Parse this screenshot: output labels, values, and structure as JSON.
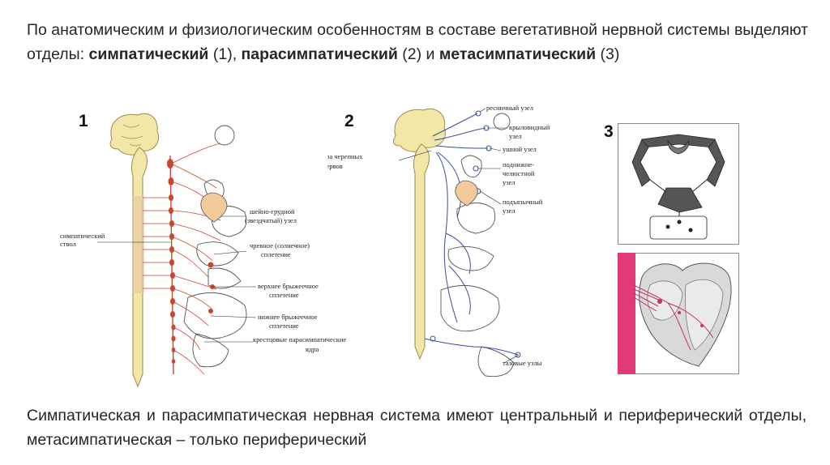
{
  "intro": {
    "part1": "По анатомическим и физиологическим особенностям в составе вегетативной нервной системы выделяют отделы: ",
    "sympathetic": "симпатический",
    "sym_num": " (1), ",
    "parasympathetic": "парасимпатический",
    "para_num": " (2) и ",
    "metasympathetic": "метасимпатический",
    "meta_num": " (3)"
  },
  "panel_numbers": {
    "one": "1",
    "two": "2",
    "three": "3"
  },
  "panel1": {
    "labels": {
      "sympathetic_trunk_1": "симпатический",
      "sympathetic_trunk_2": "ствол",
      "cervicothoracic_1": "шейно-грудной",
      "cervicothoracic_2": "(звездчатый) узел",
      "celiac_1": "чревное (солнечное)",
      "celiac_2": "сплетение",
      "sup_mesenteric_1": "верхнее брыжеечное",
      "sup_mesenteric_2": "сплетение",
      "inf_mesenteric_1": "нижнее брыжеечное",
      "inf_mesenteric_2": "сплетение",
      "sacral_1": "крестцовые парасимпатические",
      "sacral_2": "ядра"
    }
  },
  "panel2": {
    "labels": {
      "ciliary": "ресничный узел",
      "pterygo_1": "крыловидный",
      "pterygo_2": "узел",
      "otic": "ушной узел",
      "cranial_nuclei_1": "ядра черепных",
      "cranial_nuclei_2": "нервов",
      "submand_1": "поднижне-",
      "submand_2": "челюстной",
      "submand_3": "узел",
      "sublingual_1": "подъязычный",
      "sublingual_2": "узел",
      "pelvic": "тазовые узлы"
    }
  },
  "conclusion": "Симпатическая и парасимпатическая нервная система имеют центральный и периферический отделы, метасимпатическая – только периферический",
  "colors": {
    "text": "#262626",
    "cord": "#f3e7a8",
    "sympathetic": "#c9472e",
    "parasympathetic": "#3a4f9a",
    "organ_outline": "#555555",
    "heart_bar": "#e23a78"
  }
}
